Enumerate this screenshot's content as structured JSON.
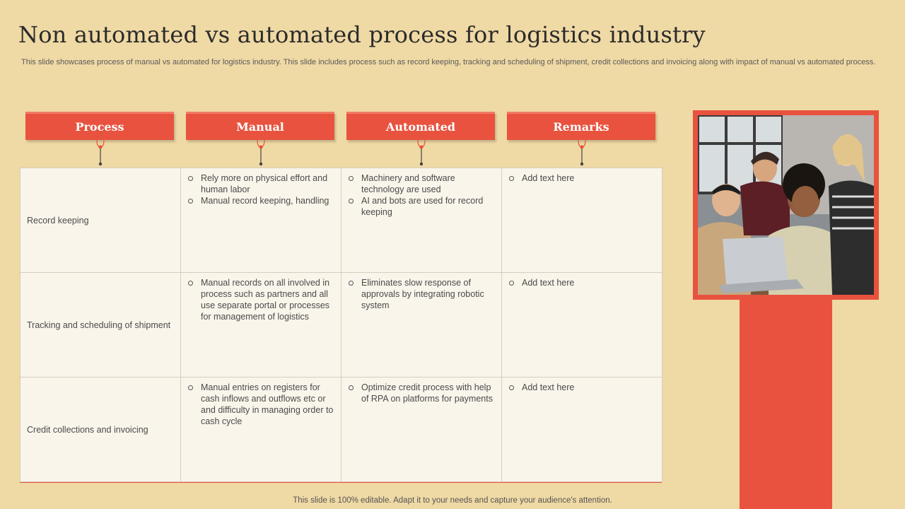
{
  "title": "Non automated vs automated process for logistics industry",
  "subtitle": "This slide showcases process of manual vs automated for logistics industry. This slide includes process such as record keeping, tracking and scheduling of shipment, credit collections and invoicing along with impact of manual vs automated process.",
  "headers": [
    "Process",
    "Manual",
    "Automated",
    "Remarks"
  ],
  "rows": [
    {
      "process": "Record keeping",
      "manual": [
        "Rely more on physical effort and human labor",
        "Manual record keeping, handling"
      ],
      "automated": [
        "Machinery and software technology are used",
        "AI and bots are used for record keeping"
      ],
      "remarks": [
        "Add text here"
      ]
    },
    {
      "process": "Tracking and scheduling of shipment",
      "manual": [
        "Manual records on all involved in process such as partners and all use separate portal or processes for management of logistics"
      ],
      "automated": [
        "Eliminates slow response of approvals by integrating robotic system"
      ],
      "remarks": [
        "Add text here"
      ]
    },
    {
      "process": "Credit collections and invoicing",
      "manual": [
        "Manual entries on registers for cash inflows and outflows etc or and difficulty in managing order to cash cycle"
      ],
      "automated": [
        "Optimize credit process with help of RPA on platforms for payments"
      ],
      "remarks": [
        "Add text here"
      ]
    }
  ],
  "footer": "This slide is 100% editable. Adapt it to your needs and capture your audience's attention.",
  "colors": {
    "accent": "#e8523e",
    "background": "#efd9a4",
    "table_bg": "#faf5eb"
  }
}
